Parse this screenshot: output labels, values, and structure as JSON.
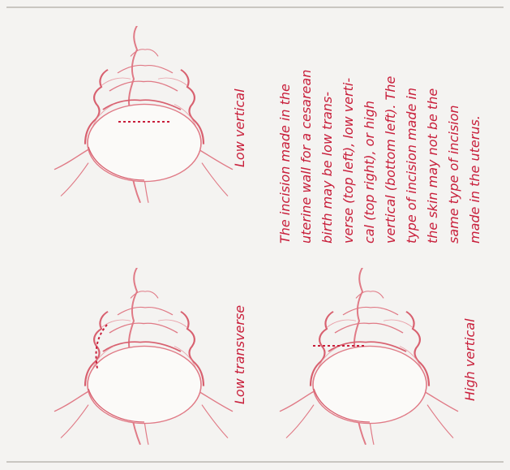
{
  "labels": {
    "top_left": "Low transverse",
    "top_right": "Low vertical",
    "bottom_left": "High vertical"
  },
  "caption": {
    "lines": [
      "The incision made in the",
      "uterine wall for a cesarean",
      "birth may be low trans-",
      "verse (top left), low verti-",
      "cal (top right), or high",
      "vertical (bottom left). The",
      "type of incision made in",
      "the skin may not be the",
      "same type of incision",
      "made in the uterus."
    ]
  },
  "colors": {
    "accent": "#c81e3a",
    "tissue": "#e07a86",
    "background": "#f4f3f1"
  }
}
